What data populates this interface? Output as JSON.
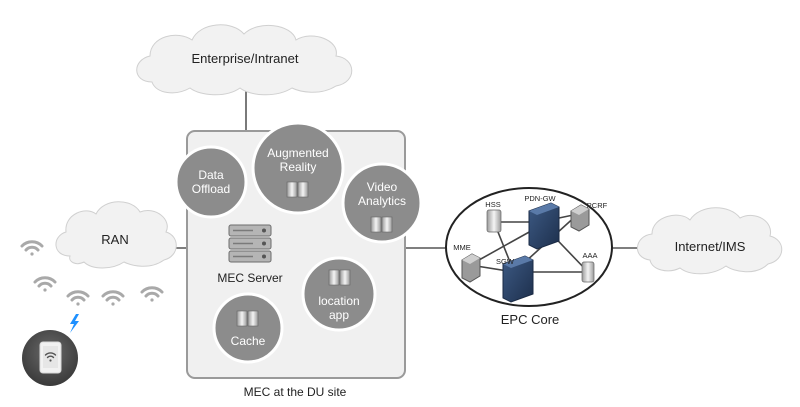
{
  "clouds": {
    "enterprise": "Enterprise/Intranet",
    "ran": "RAN",
    "internet": "Internet/IMS"
  },
  "mec_box": {
    "caption": "MEC at the DU site",
    "server_label": "MEC Server",
    "apps": {
      "data_offload": [
        "Data",
        "Offload"
      ],
      "augmented_reality": [
        "Augmented",
        "Reality"
      ],
      "video_analytics": [
        "Video",
        "Analytics"
      ],
      "location_app": [
        "location",
        "app"
      ],
      "cache": [
        "Cache"
      ]
    }
  },
  "epc": {
    "caption": "EPC Core",
    "nodes": {
      "hss": "HSS",
      "pdn_gw": "PDN-GW",
      "pcrf": "PCRF",
      "mme": "MME",
      "sgw": "SGW",
      "aaa": "AAA"
    }
  },
  "colors": {
    "cloud_fill": "#f2f2f2",
    "cloud_stroke": "#cfcfcf",
    "box_fill": "#f0f0f0",
    "box_stroke": "#999999",
    "circle_fill": "#8c8c8c",
    "circle_stroke": "#ffffff",
    "wifi": "#a9a9a9",
    "bolt": "#1e90ff",
    "line": "#333333"
  },
  "icons": [
    "wifi-icon",
    "tablet-icon",
    "lightning-icon",
    "server-stack-icon",
    "database-icon",
    "blade-server-icon"
  ]
}
